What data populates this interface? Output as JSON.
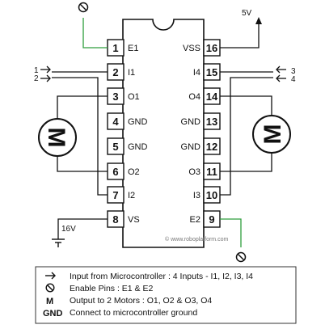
{
  "chip": {
    "left_pins": [
      {
        "num": "1",
        "label": "E1"
      },
      {
        "num": "2",
        "label": "I1"
      },
      {
        "num": "3",
        "label": "O1"
      },
      {
        "num": "4",
        "label": "GND"
      },
      {
        "num": "5",
        "label": "GND"
      },
      {
        "num": "6",
        "label": "O2"
      },
      {
        "num": "7",
        "label": "I2"
      },
      {
        "num": "8",
        "label": "VS"
      }
    ],
    "right_pins": [
      {
        "num": "16",
        "label": "VSS"
      },
      {
        "num": "15",
        "label": "I4"
      },
      {
        "num": "14",
        "label": "O4"
      },
      {
        "num": "13",
        "label": "GND"
      },
      {
        "num": "12",
        "label": "GND"
      },
      {
        "num": "11",
        "label": "O3"
      },
      {
        "num": "10",
        "label": "I3"
      },
      {
        "num": "9",
        "label": "E2"
      }
    ]
  },
  "external": {
    "supply_5v": "5V",
    "supply_16v": "16V",
    "input_left_1": "1",
    "input_left_2": "2",
    "input_right_3": "3",
    "input_right_4": "4",
    "motor_left": "M",
    "motor_right": "M",
    "watermark": "© www.roboplatform.com"
  },
  "legend": [
    {
      "symbol": "→",
      "symbol_name": "arrow-icon",
      "text": "Input from Microcontroller : 4 Inputs - I1, I2, I3, I4"
    },
    {
      "symbol": "⊘",
      "symbol_name": "no-symbol-icon",
      "text": "Enable Pins : E1 & E2"
    },
    {
      "symbol": "M",
      "symbol_name": "motor-symbol",
      "text": "Output to 2 Motors : O1, O2 & O3, O4"
    },
    {
      "symbol": "GND",
      "symbol_name": "ground-symbol",
      "text": "Connect to microcontroller ground"
    }
  ],
  "colors": {
    "wire": "#111111",
    "enable_wire": "#2e9e3c",
    "chip_fill": "#ffffff"
  }
}
